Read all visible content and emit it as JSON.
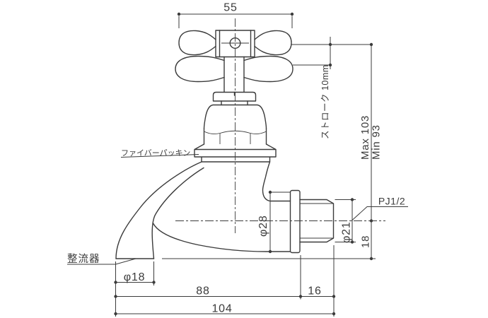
{
  "drawing": {
    "colors": {
      "line": "#3b3b3b",
      "background": "#ffffff"
    },
    "dimensions": {
      "handle_width": "55",
      "stroke_travel": "ストローク 10mm",
      "max_height": "Max 103",
      "min_height": "Min 93",
      "body_diameter": "φ28",
      "thread_diameter": "φ21",
      "center_to_bottom": "18",
      "outlet_diameter": "φ18",
      "spout_reach": "88",
      "thread_length": "16",
      "overall_length": "104"
    },
    "labels": {
      "fiber_packing": "ファイバーパッキン",
      "flow_straightener": "整流器",
      "thread_spec": "PJ1/2"
    }
  }
}
